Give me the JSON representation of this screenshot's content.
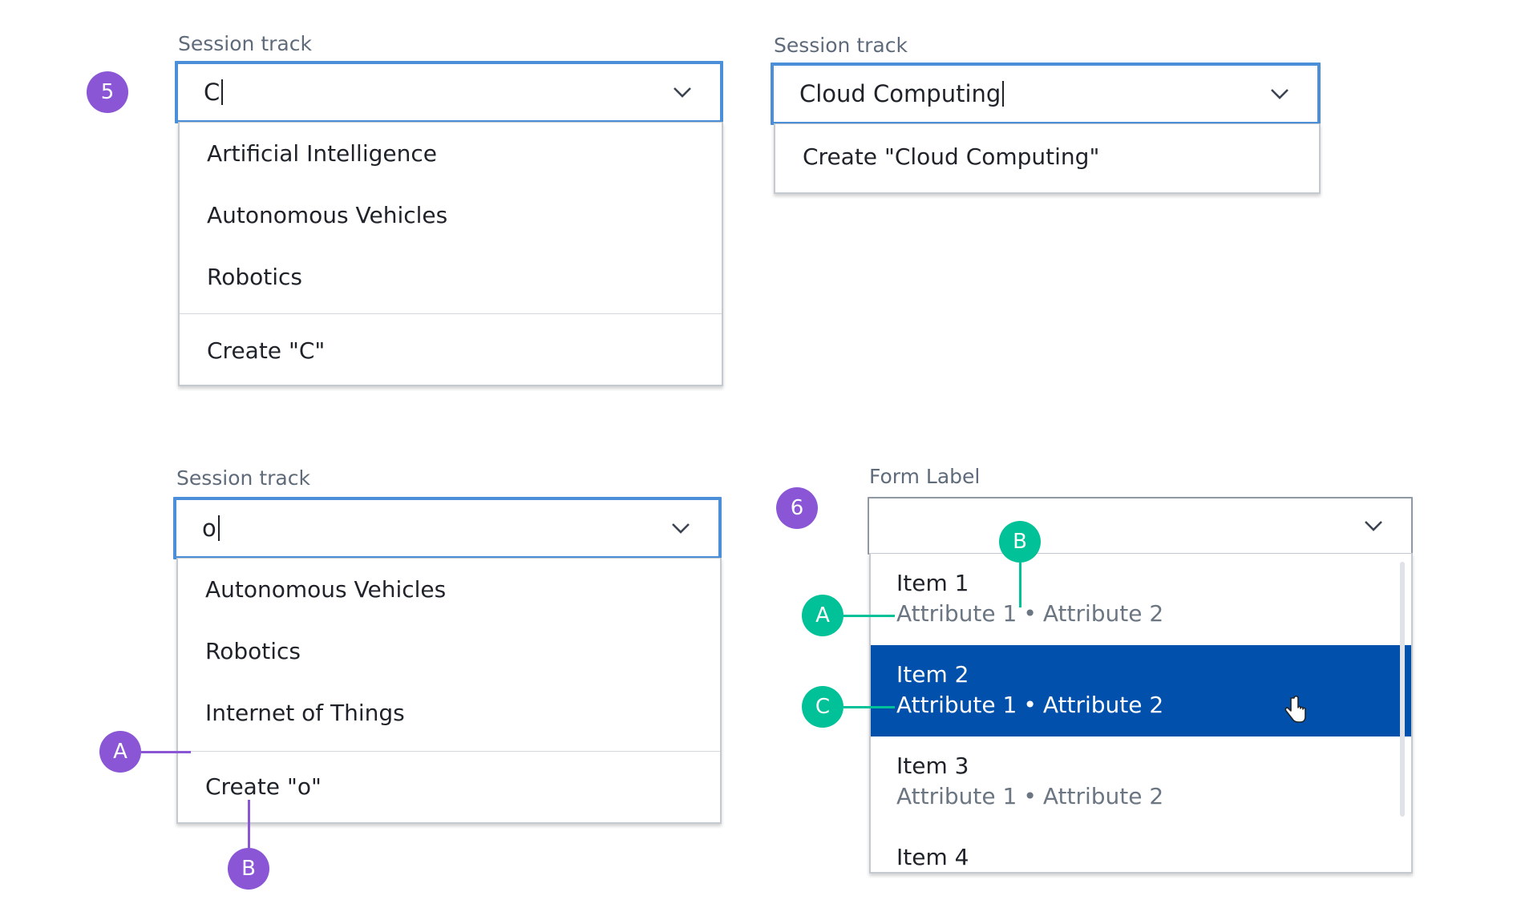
{
  "steps": {
    "five": "5",
    "six": "6"
  },
  "callouts": {
    "a": "A",
    "b": "B",
    "c": "C"
  },
  "combo1": {
    "label": "Session track",
    "value": "C",
    "options": [
      "Artificial Intelligence",
      "Autonomous Vehicles",
      "Robotics"
    ],
    "create": "Create \"C\""
  },
  "combo2": {
    "label": "Session track",
    "value": "Cloud Computing",
    "create": "Create \"Cloud Computing\""
  },
  "combo3": {
    "label": "Session track",
    "value": "o",
    "options": [
      "Autonomous Vehicles",
      "Robotics",
      "Internet of Things"
    ],
    "create": "Create \"o\""
  },
  "combo4": {
    "label": "Form Label",
    "items": [
      {
        "title": "Item 1",
        "attr1": "Attribute 1",
        "sep": "•",
        "attr2": "Attribute 2"
      },
      {
        "title": "Item 2",
        "attr1": "Attribute 1",
        "sep": "•",
        "attr2": "Attribute 2"
      },
      {
        "title": "Item 3",
        "attr1": "Attribute 1",
        "sep": "•",
        "attr2": "Attribute 2"
      },
      {
        "title": "Item 4"
      }
    ]
  },
  "colors": {
    "focus_border": "#4a8fd8",
    "selected_bg": "#0050ac",
    "callout_purple": "#8a56d6",
    "callout_green": "#00c198"
  },
  "icons": {
    "dropdown": "chevron-down-icon",
    "cursor": "hand-pointer-icon"
  }
}
